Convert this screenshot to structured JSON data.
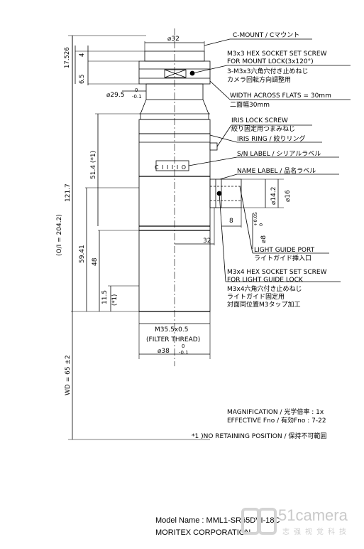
{
  "dims": {
    "d_mount": "⌀32",
    "h_17_526": "17.526",
    "h_4": "4",
    "h_6_5": "6.5",
    "d_29_5": "⌀29.5",
    "d_29_5_tol_top": "0",
    "d_29_5_tol_bot": "-0.1",
    "h_51_4": "51.4 (*1)",
    "h_121_7": "121.7",
    "h_oi": "(O/I = 204.2)",
    "h_59_41": "59.41",
    "h_48": "48",
    "h_11_5": "11.5",
    "h_11_5_note": "(*1)",
    "d_14_2": "⌀14.2",
    "d_16": "⌀16",
    "w_8": "8",
    "w_32": "32",
    "d_8": "⌀8",
    "d_8_tol_top": "+0.05",
    "d_8_tol_bot": "0",
    "filter_thread": "M35.5x0.5",
    "filter_thread_label": "(FILTER THREAD)",
    "d_38": "⌀38",
    "d_38_tol_top": "0",
    "d_38_tol_bot": "-0.1",
    "wd": "WD = 65 ±2",
    "body_marking": "C I I I I O"
  },
  "callouts": {
    "c_mount": "C-MOUNT / Cマウント",
    "hex_screw_1": "M3x3 HEX SOCKET SET SCREW",
    "hex_screw_2": "FOR MOUNT LOCK(3x120°)",
    "hex_screw_jp1": "3-M3x3六角穴付き止めねじ",
    "hex_screw_jp2": "カメラ回転方向調整用",
    "flats": "WIDTH ACROSS FLATS = 30mm",
    "flats_jp": "二面幅30mm",
    "iris_lock": "IRIS LOCK SCREW",
    "iris_lock_jp": "絞り固定用つまみねじ",
    "iris_ring": "IRIS RING / 絞りリング",
    "sn_label": "S/N LABEL / シリアルラベル",
    "name_label": "NAME LABEL / 品名ラベル",
    "light_port": "LIGHT GUIDE PORT",
    "light_port_jp": "ライトガイド挿入口",
    "lg_screw_1": "M3x4 HEX SOCKET SET SCREW",
    "lg_screw_2": "FOR LIGHT GUIDE LOCK",
    "lg_screw_jp1": "M3x4六角穴付き止めねじ",
    "lg_screw_jp2": "ライトガイド固定用",
    "lg_screw_jp3": "対面同位置M3タップ加工"
  },
  "specs": {
    "magnification": "MAGNIFICATION / 光学倍率  : 1x",
    "fno": "EFFECTIVE Fno / 有効Fno    : 7-22",
    "note": "*1 )NO RETAINING POSITION / 保持不可範囲"
  },
  "footer": {
    "model": "Model Name : MML1-SR65DVI-18C",
    "company": "MORITEX CORPORATION"
  },
  "watermark": {
    "brand": "51camera",
    "sub": "志强视觉科技"
  }
}
